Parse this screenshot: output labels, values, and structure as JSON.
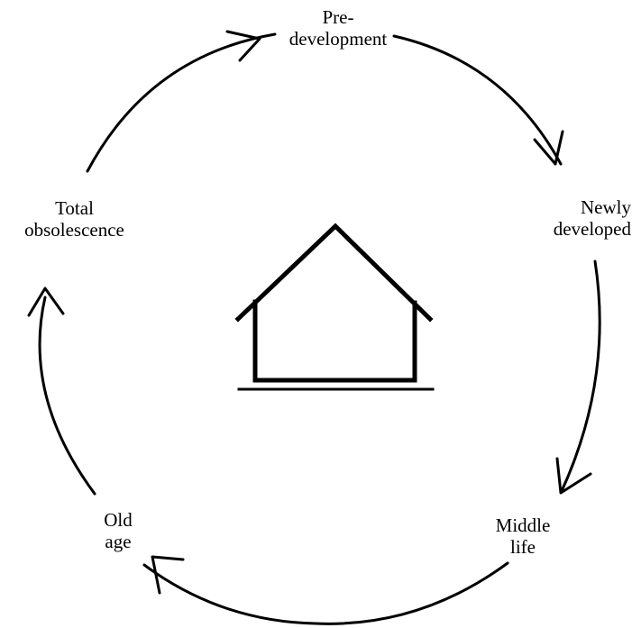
{
  "stages": {
    "pre_development": {
      "line1": "Pre-",
      "line2": "development"
    },
    "newly_developed": {
      "line1": "Newly",
      "line2": "developed"
    },
    "middle_life": {
      "line1": "Middle",
      "line2": "life"
    },
    "old_age": {
      "line1": "Old",
      "line2": "age"
    },
    "total_obsolescence": {
      "line1": "Total",
      "line2": "obsolescence"
    }
  },
  "icons": {
    "center": "house-icon",
    "arrows": "chevron-arrow-icon"
  },
  "colors": {
    "ink": "#000000",
    "background": "#ffffff"
  }
}
